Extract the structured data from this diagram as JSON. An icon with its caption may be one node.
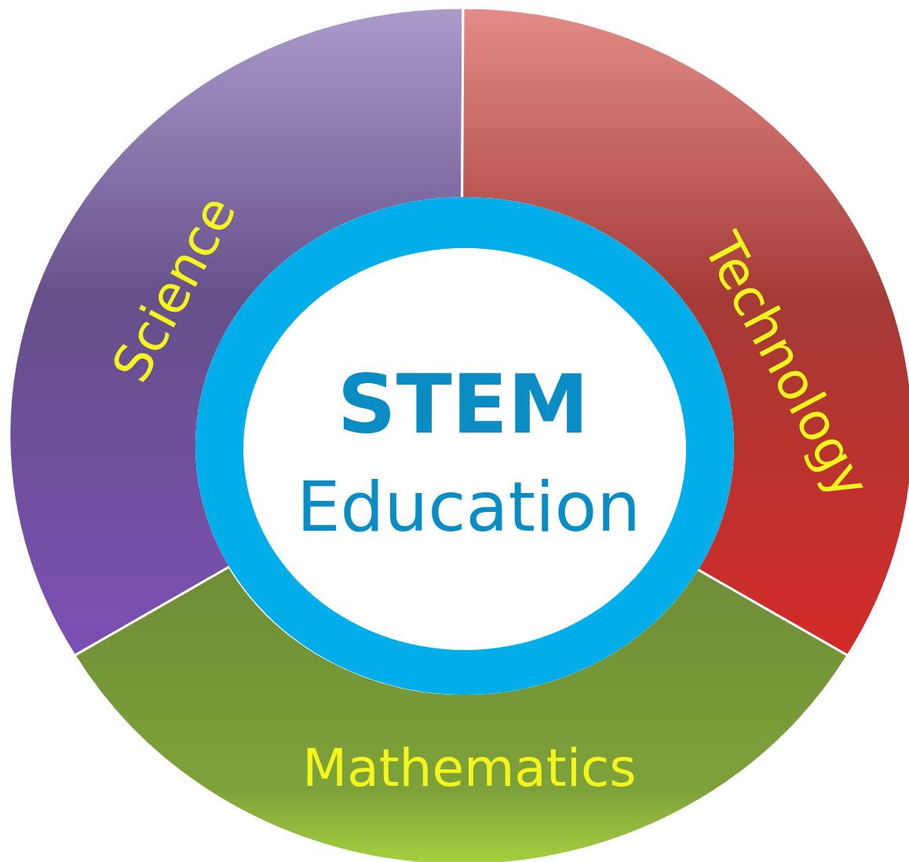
{
  "diagram": {
    "nodes": [
      {
        "text": [
          "Science"
        ]
      },
      {
        "text": [
          "Technology"
        ]
      },
      {
        "text": [
          "STEM",
          "Education"
        ]
      },
      {
        "text": [
          "Mathematics"
        ]
      }
    ]
  }
}
